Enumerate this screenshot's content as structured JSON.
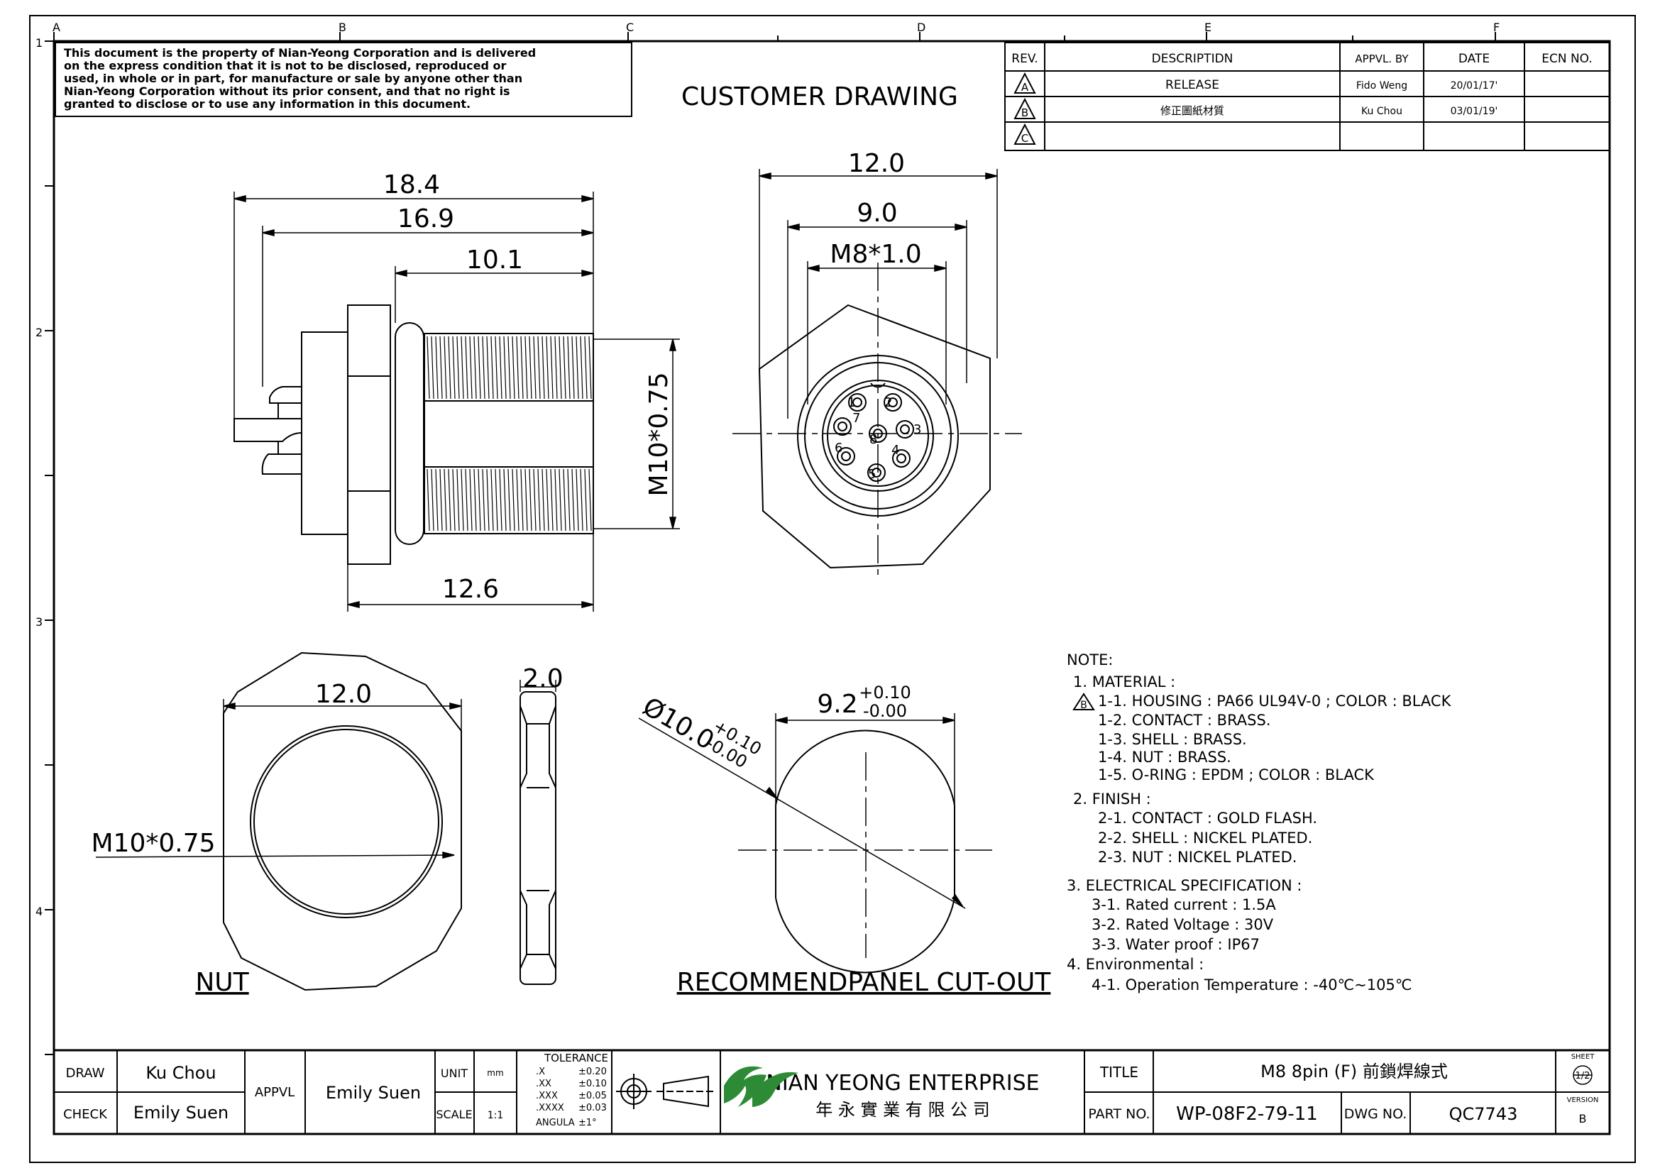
{
  "border": {
    "columns": [
      "A",
      "B",
      "C",
      "D",
      "E",
      "F"
    ],
    "rows": [
      "1",
      "2",
      "3",
      "4"
    ]
  },
  "property_notice": [
    "This document is the property of Nian-Yeong Corporation and is delivered",
    "on  the  express condition that it is not to be disclosed, reproduced or",
    "used, in whole or in part, for manufacture or sale by anyone other than",
    "Nian-Yeong Corporation without  its prior consent, and that  no right  is",
    "granted to disclose or to use any information in this  document."
  ],
  "drawing_title": "CUSTOMER  DRAWING",
  "revision_table": {
    "headers": [
      "REV.",
      "DESCRIPTIDN",
      "APPVL. BY",
      "DATE",
      "ECN NO."
    ],
    "rows": [
      {
        "rev": "A",
        "description": "RELEASE",
        "appvl": "Fido Weng",
        "date": "20/01/17'",
        "ecn": ""
      },
      {
        "rev": "B",
        "description": "修正圖紙材質",
        "appvl": "Ku Chou",
        "date": "03/01/19'",
        "ecn": ""
      },
      {
        "rev": "C",
        "description": "",
        "appvl": "",
        "date": "",
        "ecn": ""
      }
    ]
  },
  "dimensions": {
    "side_total": "18.4",
    "side_body": "16.9",
    "side_thread": "10.1",
    "side_thread_dia": "M10*0.75",
    "side_base": "12.6",
    "front_hex": "12.0",
    "front_inner": "9.0",
    "front_thread": "M8*1.0",
    "nut_width": "12.0",
    "nut_thick": "2.0",
    "nut_thread": "M10*0.75",
    "cut_width": "9.2",
    "cut_width_tol_top": "+0.10",
    "cut_width_tol_bot": "-0.00",
    "cut_dia": "Ø10.0",
    "cut_dia_tol_top": "+0.10",
    "cut_dia_tol_bot": "-0.00"
  },
  "pins": [
    "1",
    "2",
    "3",
    "4",
    "5",
    "6",
    "7",
    "8"
  ],
  "view_labels": {
    "nut": "NUT",
    "cutout": "RECOMMENDPANEL  CUT-OUT"
  },
  "notes": {
    "heading": "NOTE:",
    "lines": [
      " 1.  MATERIAL  :",
      "1-1.  HOUSING  :  PA66  UL94V-0  ;  COLOR  :  BLACK",
      "1-2.  CONTACT  :  BRASS.",
      "1-3.  SHELL  :  BRASS.",
      "1-4.  NUT  :  BRASS.",
      "1-5.  O-RING  :  EPDM  ;  COLOR  :  BLACK",
      "2.  FINISH  :",
      "2-1.  CONTACT  :  GOLD  FLASH.",
      "2-2.  SHELL  :  NICKEL  PLATED.",
      "2-3.  NUT  :  NICKEL  PLATED.",
      "3.  ELECTRICAL  SPECIFICATION  :",
      "3-1.  Rated  current  :  1.5A",
      "3-2.  Rated  Voltage  :  30V",
      "3-3.  Water  proof  :  IP67",
      "4.  Environmental  :",
      "4-1.  Operation  Temperature  :  -40℃~105℃"
    ],
    "rev_marker": "B"
  },
  "title_block": {
    "draw_label": "DRAW",
    "draw_value": "Ku Chou",
    "check_label": "CHECK",
    "check_value": "Emily Suen",
    "appvl_label": "APPVL",
    "appvl_value": "Emily Suen",
    "unit_label": "UNIT",
    "unit_value": "mm",
    "scale_label": "SCALE",
    "scale_value": "1:1",
    "tolerance_label": "TOLERANCE",
    "tolerance_rows": [
      {
        "k": ".X",
        "v": "±0.20"
      },
      {
        "k": ".XX",
        "v": "±0.10"
      },
      {
        "k": ".XXX",
        "v": "±0.05"
      },
      {
        "k": ".XXXX",
        "v": "±0.03"
      },
      {
        "k": "ANGULA",
        "v": "±1°"
      }
    ],
    "company_en": "NIAN YEONG ENTERPRISE",
    "company_cn": "年 永 實 業 有 限 公 司",
    "title_label": "TITLE",
    "title_value": "M8  8pin  (F)  前鎖焊線式",
    "part_label": "PART  NO.",
    "part_value": "WP-08F2-79-11",
    "dwg_label": "DWG  NO.",
    "dwg_value": "QC7743",
    "sheet_label": "SHEET",
    "sheet_value": "1/2",
    "version_label": "VERSION",
    "version_value": "B"
  }
}
